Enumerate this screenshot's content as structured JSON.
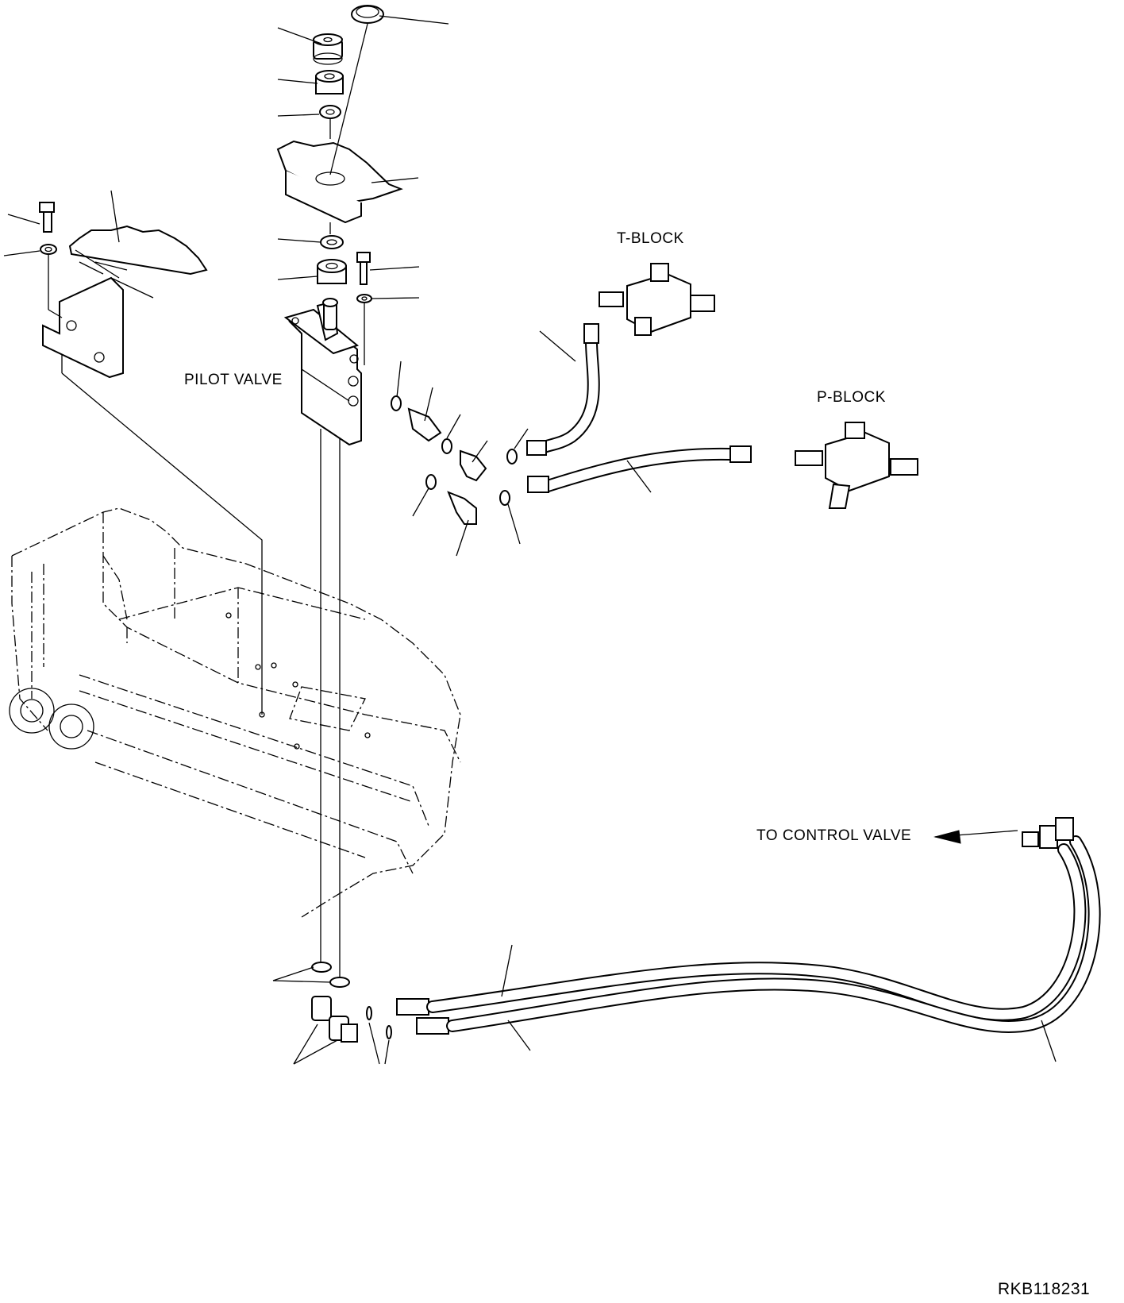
{
  "labels": {
    "t_block": "T-BLOCK",
    "p_block": "P-BLOCK",
    "pilot_valve": "PILOT VALVE",
    "to_control_valve": "TO CONTROL VALVE",
    "drawing_number": "RKB118231"
  },
  "colors": {
    "line": "#000000",
    "background": "#ffffff"
  }
}
